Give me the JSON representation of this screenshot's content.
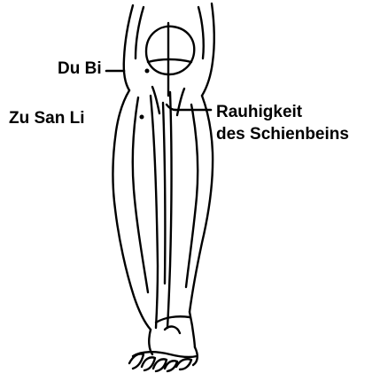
{
  "labels": {
    "du_bi": "Du Bi",
    "zu_san_li": "Zu San Li",
    "rauhigkeit_line1": "Rauhigkeit",
    "rauhigkeit_line2": "des Schienbeins"
  },
  "colors": {
    "ink": "#000000",
    "background": "#ffffff"
  }
}
